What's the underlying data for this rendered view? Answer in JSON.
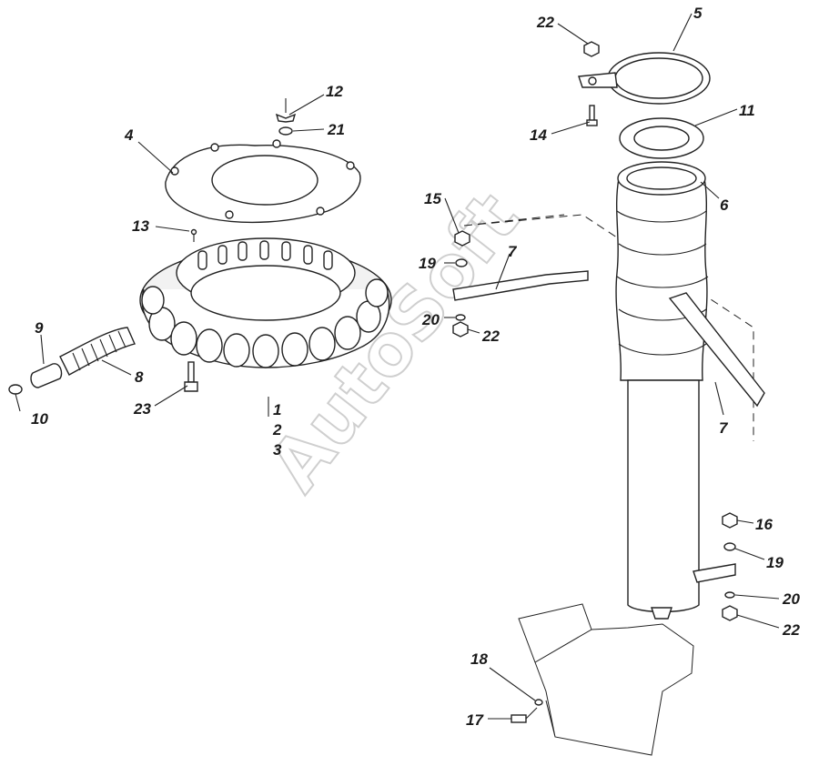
{
  "watermark": "AutoSoft",
  "callouts": [
    {
      "id": "c1",
      "text": "1"
    },
    {
      "id": "c2",
      "text": "2"
    },
    {
      "id": "c3",
      "text": "3"
    },
    {
      "id": "c4",
      "text": "4"
    },
    {
      "id": "c5",
      "text": "5"
    },
    {
      "id": "c6",
      "text": "6"
    },
    {
      "id": "c7a",
      "text": "7"
    },
    {
      "id": "c7b",
      "text": "7"
    },
    {
      "id": "c8",
      "text": "8"
    },
    {
      "id": "c9",
      "text": "9"
    },
    {
      "id": "c10",
      "text": "10"
    },
    {
      "id": "c11",
      "text": "11"
    },
    {
      "id": "c12",
      "text": "12"
    },
    {
      "id": "c13",
      "text": "13"
    },
    {
      "id": "c14",
      "text": "14"
    },
    {
      "id": "c15",
      "text": "15"
    },
    {
      "id": "c16",
      "text": "16"
    },
    {
      "id": "c17",
      "text": "17"
    },
    {
      "id": "c18",
      "text": "18"
    },
    {
      "id": "c19a",
      "text": "19"
    },
    {
      "id": "c19b",
      "text": "19"
    },
    {
      "id": "c20a",
      "text": "20"
    },
    {
      "id": "c20b",
      "text": "20"
    },
    {
      "id": "c21",
      "text": "21"
    },
    {
      "id": "c22a",
      "text": "22"
    },
    {
      "id": "c22b",
      "text": "22"
    },
    {
      "id": "c22c",
      "text": "22"
    },
    {
      "id": "c23",
      "text": "23"
    }
  ]
}
